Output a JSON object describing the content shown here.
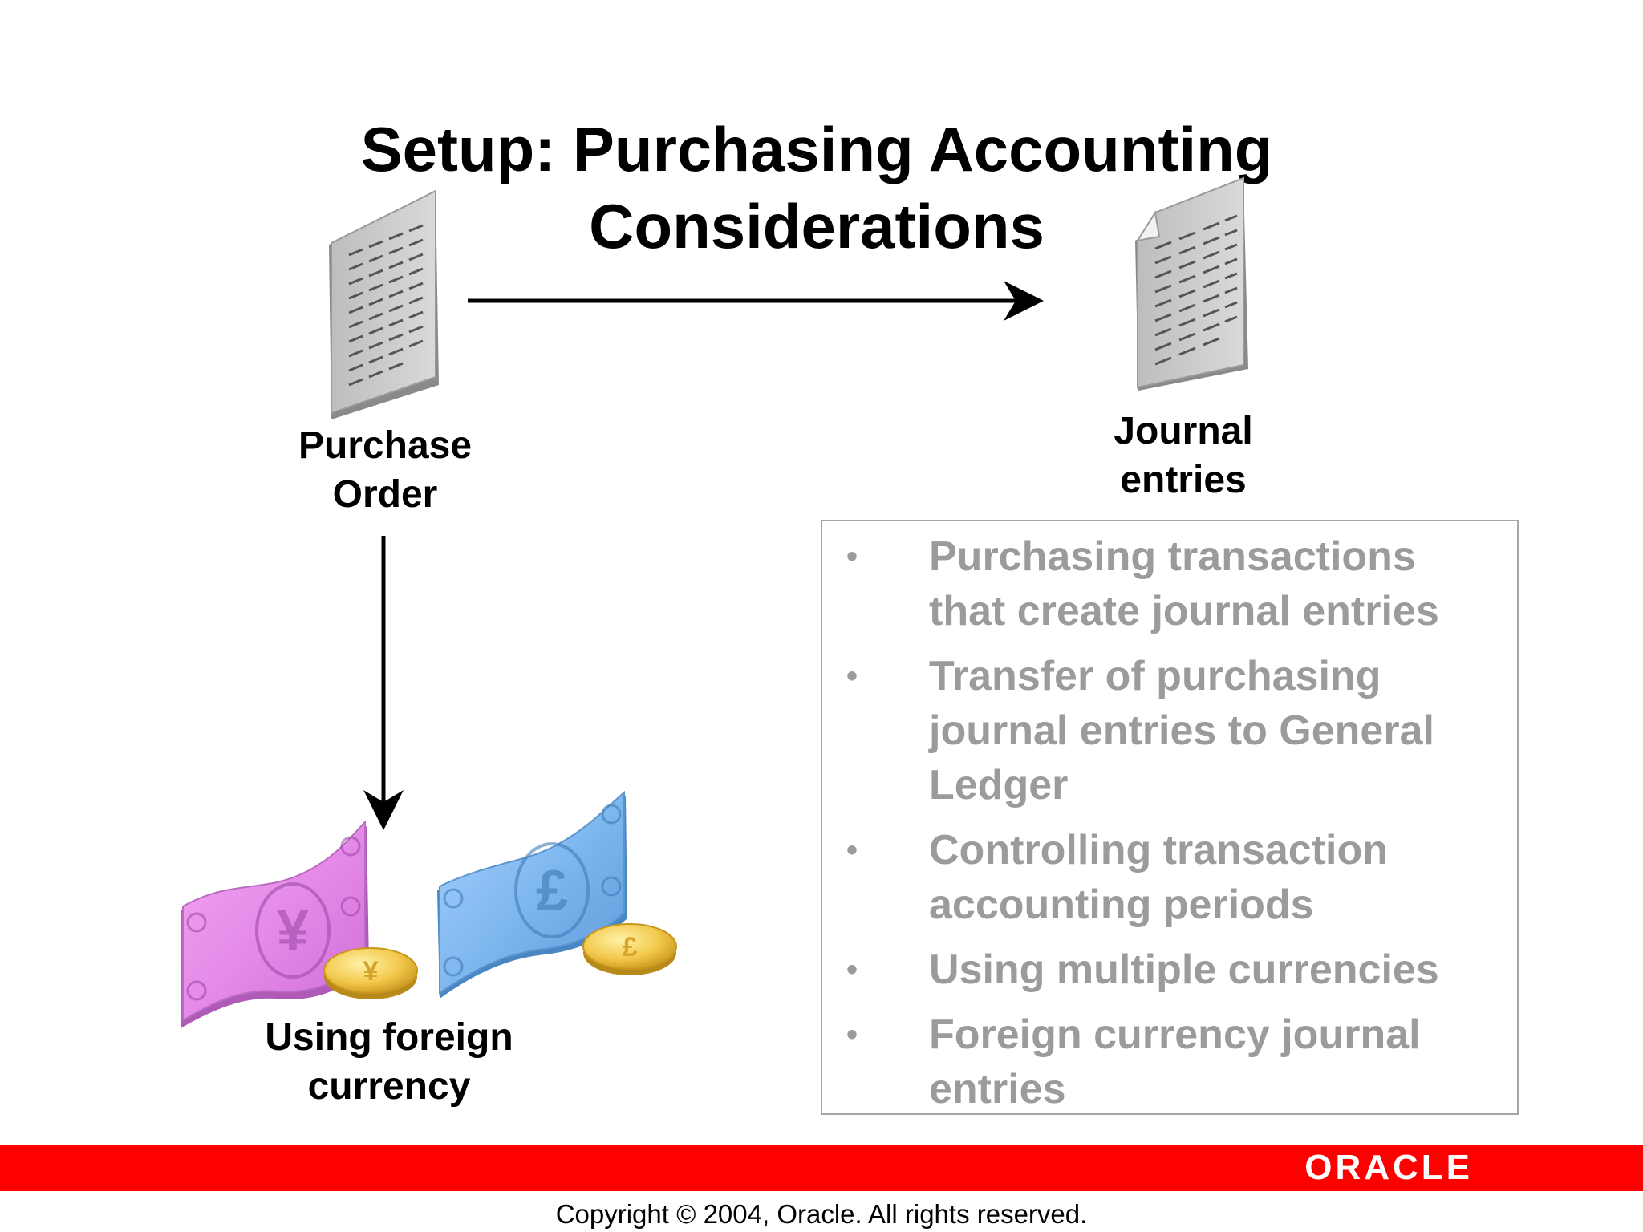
{
  "slide": {
    "title_line1": "Setup: Purchasing Accounting",
    "title_line2": "Considerations"
  },
  "diagram": {
    "purchase_order": {
      "line1": "Purchase",
      "line2": "Order",
      "icon": "document-icon"
    },
    "journal_entries": {
      "line1": "Journal",
      "line2": "entries",
      "icon": "document-folded-corner-icon"
    },
    "foreign_currency": {
      "line1": "Using foreign",
      "line2": "currency",
      "icons": [
        "yen-banknote-icon",
        "yen-coin-icon",
        "pound-banknote-icon",
        "pound-coin-icon"
      ]
    }
  },
  "bullets": [
    {
      "line1": "Purchasing transactions",
      "line2": "that create journal entries"
    },
    {
      "line1": "Transfer of purchasing",
      "line2": "journal entries to General",
      "line3": "Ledger"
    },
    {
      "line1": "Controlling transaction",
      "line2": "accounting periods"
    },
    {
      "line1": "Using multiple currencies"
    },
    {
      "line1": "Foreign currency journal",
      "line2": "entries"
    }
  ],
  "bullet_marker": "•",
  "footer": {
    "brand": "ORACLE",
    "brand_color": "#ffffff",
    "bar_color": "#ff0000",
    "copyright": "Copyright © 2004, Oracle.  All rights reserved."
  }
}
